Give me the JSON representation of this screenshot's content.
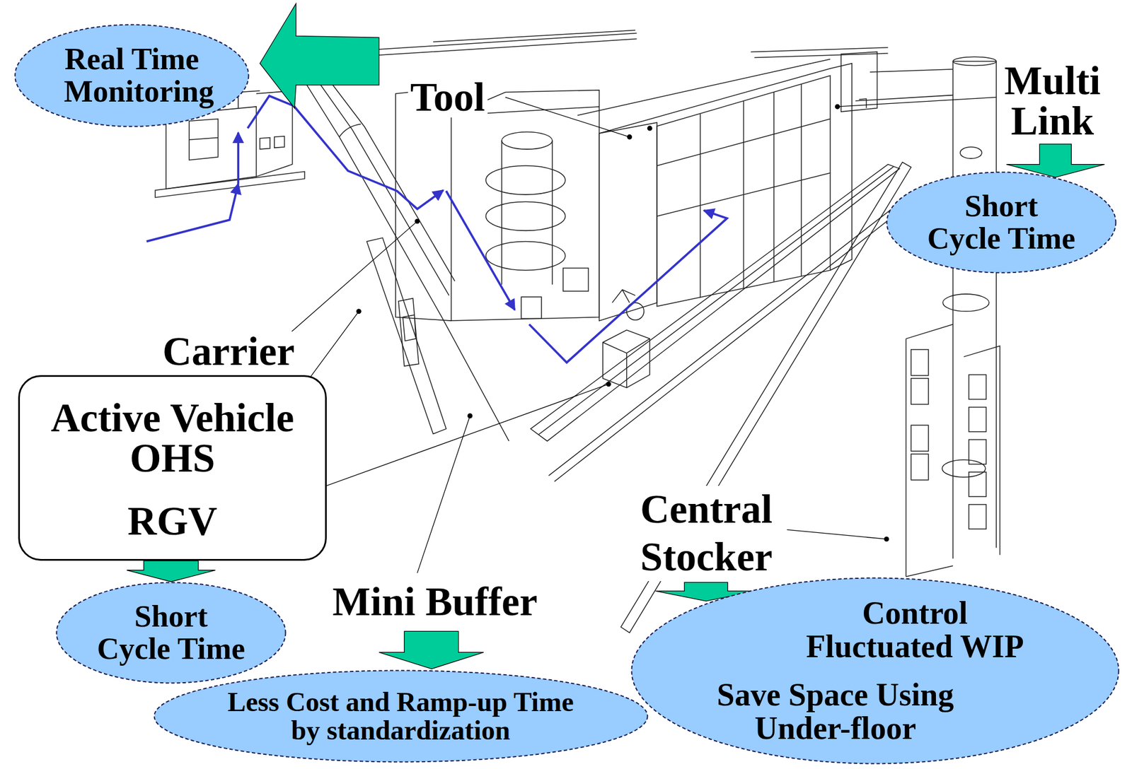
{
  "diagram": {
    "nodes": [
      {
        "text": [
          "Real Time Monitoring"
        ]
      },
      {
        "text": [
          "Short Cycle Time"
        ]
      },
      {
        "text": [
          "Carrier",
          "Active Vehicle OHS",
          "RGV"
        ]
      },
      {
        "text": [
          "Short Cycle Time"
        ]
      },
      {
        "text": [
          "Less Cost and Ramp-up Time by standardization"
        ]
      },
      {
        "text": [
          "Control Fluctuated WIP",
          "Save Space Using Under-floor"
        ]
      }
    ],
    "edges": [
      {
        "from": 2,
        "to": 3,
        "arrow": "to"
      }
    ],
    "labels": [
      "Tool",
      "Multi Link",
      "Mini Buffer",
      "Central Stocker"
    ]
  }
}
